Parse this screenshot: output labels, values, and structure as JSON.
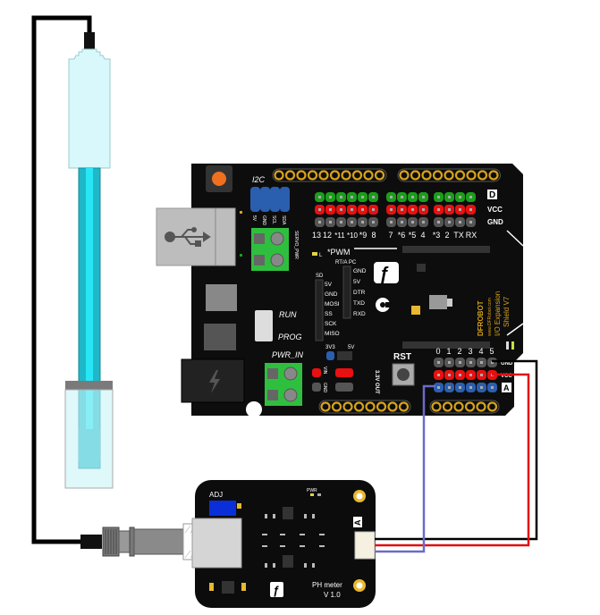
{
  "diagram": {
    "title": "pH meter wiring diagram",
    "colors": {
      "board": "#111111",
      "wire_gnd": "#000000",
      "wire_vcc": "#e01010",
      "wire_signal": "#6b6bc8",
      "pin_green": "#1a9e1a",
      "pin_red": "#e81010",
      "pin_gray": "#555555",
      "pin_blue": "#2a5fb0",
      "terminal_green": "#2fbf3f",
      "probe_body": "#d8f8fc",
      "probe_stem": "#1fb8c8",
      "header_gold": "#d7a21a"
    },
    "shield": {
      "i2c_label": "I2C",
      "i2c_pins": [
        "5V",
        "GND",
        "SCL",
        "SDA"
      ],
      "servo_pwr_label": "SERVO_PWR",
      "digital_row_label_d": "D",
      "digital_row_label_vcc": "VCC",
      "digital_row_label_gnd": "GND",
      "digital_pins": [
        "13",
        "12",
        "*11",
        "*10",
        "*9",
        "8",
        "7",
        "*6",
        "*5",
        "4",
        "*3",
        "2",
        "TX",
        "RX"
      ],
      "pwm_label": "*PWM",
      "led_l_label": "L",
      "rtapc_label": "RT/A PC",
      "sd_label": "SD",
      "sd_pins": [
        "5V",
        "GND",
        "MOSI",
        "SS",
        "SCK",
        "MISO"
      ],
      "bt_pins": [
        "GND",
        "5V",
        "DTR",
        "TXD",
        "RXD"
      ],
      "run_label": "RUN",
      "prog_label": "PROG",
      "pwr_in_label": "PWR_IN",
      "v3v3_label": "3V3",
      "v5_label": "5V",
      "vin_label": "VIN",
      "gnd_label": "GND",
      "out_label": "3.3V OUT",
      "rst_label": "RST",
      "analog_pins": [
        "0",
        "1",
        "2",
        "3",
        "4",
        "5"
      ],
      "analog_row_gnd": "GND",
      "analog_row_vcc": "VCC",
      "analog_row_a": "A",
      "brand": "DFROBOT",
      "brand_url": "www.DFRobot.com",
      "product_name": "I/O Expansion",
      "product_version": "Shield V7"
    },
    "ph_board": {
      "adj_label": "ADJ",
      "pwr_label": "PWR",
      "a_label": "A",
      "name": "PH meter",
      "version": "V 1.0"
    }
  }
}
